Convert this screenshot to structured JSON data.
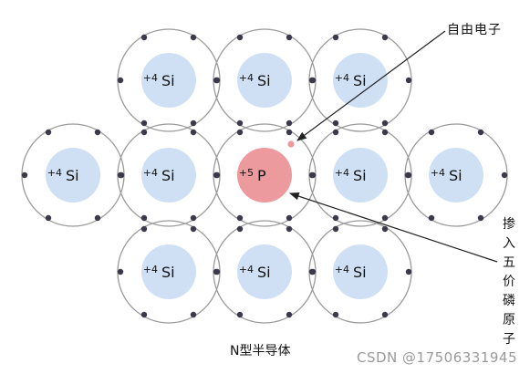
{
  "labels": {
    "free_electron": "自由电子",
    "dopant": "掺入五价磷原子",
    "caption": "N型半导体",
    "watermark": "CSDN @17506331945"
  },
  "colors": {
    "si_fill": "#cfe0f5",
    "p_fill": "#ec9a9e",
    "orbit": "#9a9a9a",
    "electron": "#3a3a4a",
    "free_electron": "#ec9a9e",
    "arrow": "#222222"
  },
  "atoms": [
    {
      "element": "Si",
      "charge": "+4"
    },
    {
      "element": "Si",
      "charge": "+4"
    },
    {
      "element": "Si",
      "charge": "+4"
    },
    {
      "element": "Si",
      "charge": "+4"
    },
    {
      "element": "Si",
      "charge": "+4"
    },
    {
      "element": "P",
      "charge": "+5"
    },
    {
      "element": "Si",
      "charge": "+4"
    },
    {
      "element": "Si",
      "charge": "+4"
    },
    {
      "element": "Si",
      "charge": "+4"
    },
    {
      "element": "Si",
      "charge": "+4"
    },
    {
      "element": "Si",
      "charge": "+4"
    }
  ]
}
